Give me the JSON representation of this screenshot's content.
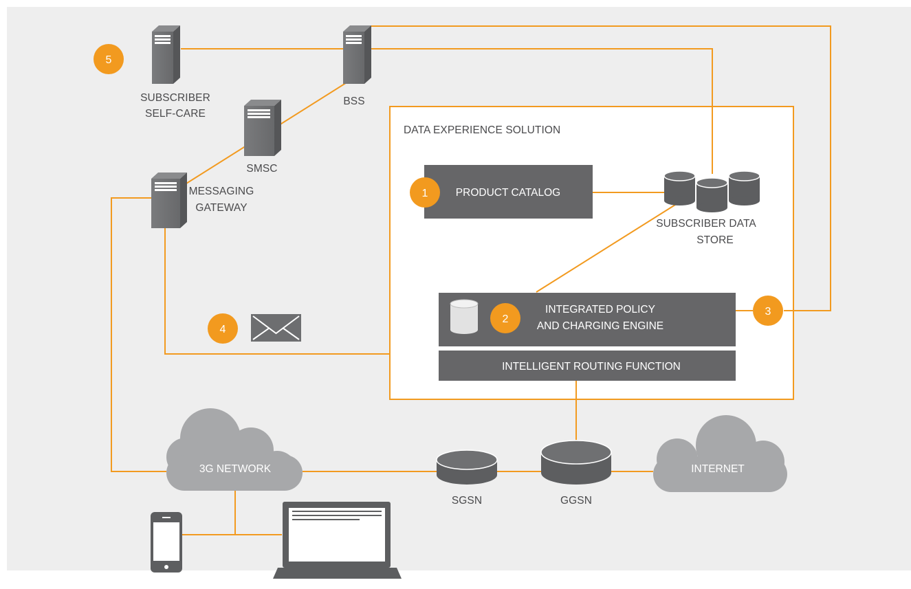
{
  "colors": {
    "background": "#eeeeee",
    "accent": "#f29a1f",
    "dark_box": "#666668",
    "server": "#6d6e70",
    "cloud": "#a7a8aa",
    "database": "#5d5e60",
    "frame": "#ffffff"
  },
  "solution": {
    "title": "DATA EXPERIENCE SOLUTION",
    "product_catalog": "PRODUCT CATALOG",
    "subscriber_store": [
      "SUBSCRIBER DATA",
      "STORE"
    ],
    "policy_engine": [
      "INTEGRATED POLICY",
      "AND CHARGING ENGINE"
    ],
    "routing_function": "INTELLIGENT ROUTING FUNCTION"
  },
  "nodes": {
    "self_care": [
      "SUBSCRIBER",
      "SELF-CARE"
    ],
    "bss": "BSS",
    "smsc": "SMSC",
    "messaging_gateway": [
      "MESSAGING",
      "GATEWAY"
    ],
    "network_3g": "3G NETWORK",
    "sgsn": "SGSN",
    "ggsn": "GGSN",
    "internet": "INTERNET"
  },
  "badges": [
    "1",
    "2",
    "3",
    "4",
    "5"
  ],
  "icons": [
    "server-icon",
    "database-icon",
    "cloud-icon",
    "envelope-icon",
    "smartphone-icon",
    "laptop-icon"
  ]
}
